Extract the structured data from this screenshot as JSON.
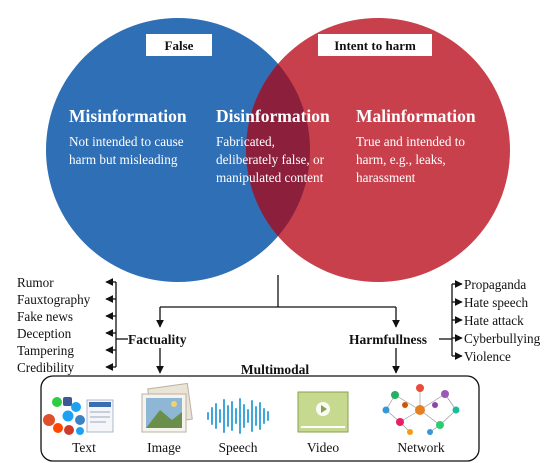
{
  "venn": {
    "left": {
      "tag": "False",
      "title": "Misinformation",
      "desc": [
        "Not intended to cause",
        "harm but misleading"
      ],
      "color": "#2e6fb5"
    },
    "right": {
      "tag": "Intent to harm",
      "title": "Malinformation",
      "desc": [
        "True and intended to",
        "harm, e.g., leaks,",
        "harassment"
      ],
      "color": "#c7404c"
    },
    "middle": {
      "title": "Disinformation",
      "desc": [
        "Fabricated,",
        "deliberately false, or",
        "manipulated content"
      ],
      "color": "#8c1f3c"
    }
  },
  "factuality": {
    "label": "Factuality",
    "items": [
      "Rumor",
      "Fauxtography",
      "Fake news",
      "Deception",
      "Tampering",
      "Credibility"
    ]
  },
  "harmfullness": {
    "label": "Harmfullness",
    "items": [
      "Propaganda",
      "Hate speech",
      "Hate attack",
      "Cyberbullying",
      "Violence"
    ]
  },
  "multimodal": {
    "title": "Multimodal",
    "modalities": [
      {
        "label": "Text",
        "icon": "social-text-icon"
      },
      {
        "label": "Image",
        "icon": "photo-icon"
      },
      {
        "label": "Speech",
        "icon": "waveform-icon"
      },
      {
        "label": "Video",
        "icon": "video-player-icon"
      },
      {
        "label": "Network",
        "icon": "social-network-icon"
      }
    ]
  }
}
